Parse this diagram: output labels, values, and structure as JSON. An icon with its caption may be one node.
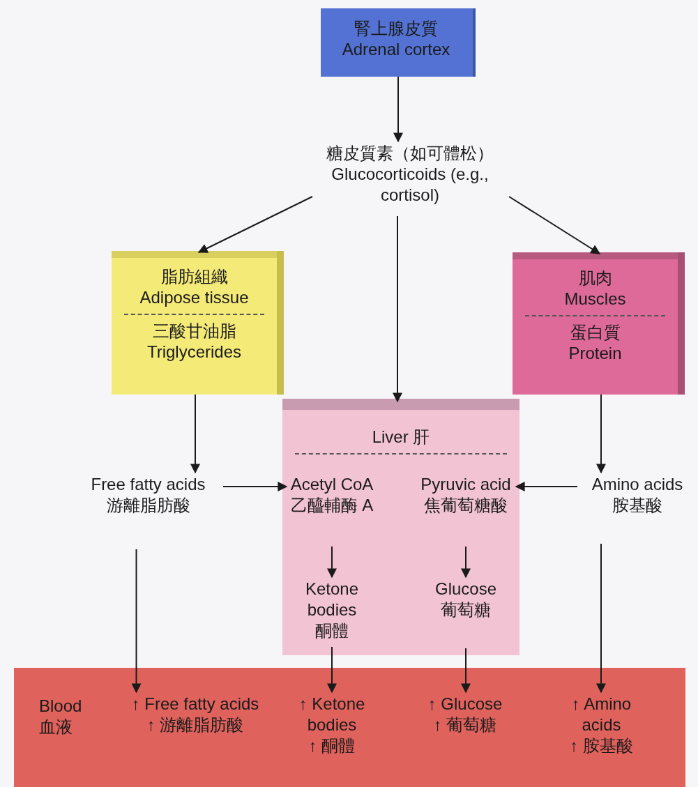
{
  "diagram": {
    "nodes": [
      {
        "text": [
          "腎上腺皮質",
          "Adrenal cortex"
        ]
      },
      {
        "text": [
          "糖皮質素（如可體松）",
          "Glucocorticoids (e.g., cortisol)"
        ]
      },
      {
        "text": [
          "脂肪組織",
          "Adipose tissue",
          "三酸甘油脂",
          "Triglycerides"
        ]
      },
      {
        "text": [
          "肌肉",
          "Muscles",
          "蛋白質",
          "Protein"
        ]
      },
      {
        "text": [
          "Liver 肝"
        ]
      },
      {
        "text": [
          "Free fatty acids",
          "游離脂肪酸"
        ]
      },
      {
        "text": [
          "Acetyl CoA",
          "乙醯輔酶 A"
        ],
        "in": 4
      },
      {
        "text": [
          "Pyruvic acid",
          "焦葡萄糖酸"
        ],
        "in": 4
      },
      {
        "text": [
          "Amino acids",
          "胺基酸"
        ]
      },
      {
        "text": [
          "Ketone bodies",
          "酮體"
        ],
        "in": 4
      },
      {
        "text": [
          "Glucose",
          "葡萄糖"
        ],
        "in": 4
      },
      {
        "text": [
          "Blood",
          "血液"
        ]
      },
      {
        "text": [
          "↑ Free fatty acids",
          "↑ 游離脂肪酸"
        ],
        "in": 11
      },
      {
        "text": [
          "↑ Ketone bodies",
          "↑ 酮體"
        ],
        "in": 11
      },
      {
        "text": [
          "↑ Glucose",
          "↑ 葡萄糖"
        ],
        "in": 11
      },
      {
        "text": [
          "↑ Amino acids",
          "↑ 胺基酸"
        ],
        "in": 11
      }
    ],
    "edges": [
      {
        "from": 0,
        "to": 1,
        "arrow": "to"
      },
      {
        "from": 1,
        "to": 2,
        "arrow": "to"
      },
      {
        "from": 1,
        "to": 4,
        "arrow": "to"
      },
      {
        "from": 1,
        "to": 3,
        "arrow": "to"
      },
      {
        "from": 2,
        "to": 5,
        "arrow": "to"
      },
      {
        "from": 3,
        "to": 8,
        "arrow": "to"
      },
      {
        "from": 5,
        "to": 6,
        "arrow": "to"
      },
      {
        "from": 8,
        "to": 7,
        "arrow": "to"
      },
      {
        "from": 6,
        "to": 9,
        "arrow": "to"
      },
      {
        "from": 7,
        "to": 10,
        "arrow": "to"
      },
      {
        "from": 5,
        "to": 12,
        "arrow": "to"
      },
      {
        "from": 9,
        "to": 13,
        "arrow": "to"
      },
      {
        "from": 10,
        "to": 14,
        "arrow": "to"
      },
      {
        "from": 8,
        "to": 15,
        "arrow": "to"
      }
    ]
  }
}
